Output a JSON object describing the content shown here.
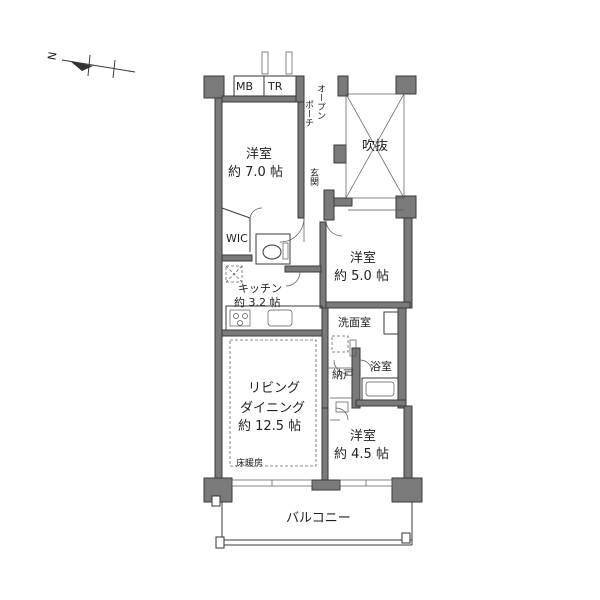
{
  "compass": {
    "north_label": "N"
  },
  "units": {
    "mb": "MB",
    "tr": "TR"
  },
  "rooms": {
    "western1_name": "洋室",
    "western1_size": "約 7.0 帖",
    "wic": "WIC",
    "open_porch_1": "オープン",
    "open_porch_2": "ポーチ",
    "void": "吹抜",
    "entrance": "玄関",
    "western2_name": "洋室",
    "western2_size": "約 5.0 帖",
    "kitchen_name": "キッチン",
    "kitchen_size": "約 3.2 帖",
    "washroom": "洗面室",
    "bathroom": "浴室",
    "storage": "納戸",
    "ldk_1": "リビング",
    "ldk_2": "ダイニング",
    "ldk_size": "約 12.5 帖",
    "floor_heating": "床暖房",
    "western3_name": "洋室",
    "western3_size": "約 4.5 帖",
    "balcony": "バルコニー"
  }
}
